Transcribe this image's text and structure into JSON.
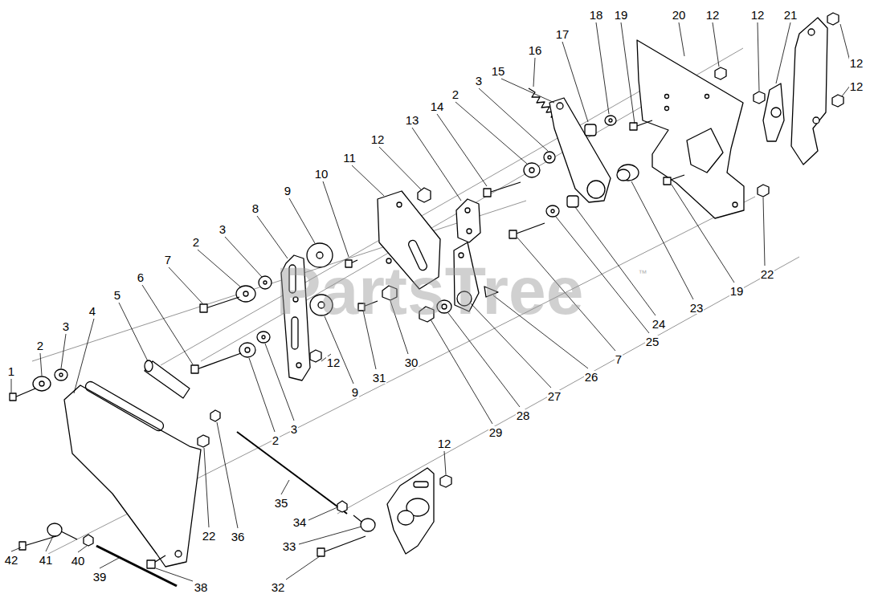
{
  "diagram": {
    "labels": [
      "18",
      "17",
      "16",
      "15",
      "19",
      "20",
      "12",
      "12",
      "21",
      "12",
      "12",
      "14",
      "3",
      "2",
      "13",
      "12",
      "11",
      "10",
      "9",
      "8",
      "3",
      "2",
      "7",
      "6",
      "5",
      "4",
      "3",
      "2",
      "1",
      "PartsTree",
      "™",
      "22",
      "19",
      "23",
      "24",
      "25",
      "7",
      "26",
      "27",
      "28",
      "29",
      "30",
      "31",
      "12",
      "9",
      "3",
      "2",
      "12",
      "22",
      "36",
      "35",
      "34",
      "33",
      "32",
      "38",
      "39",
      "40",
      "41",
      "42"
    ]
  }
}
